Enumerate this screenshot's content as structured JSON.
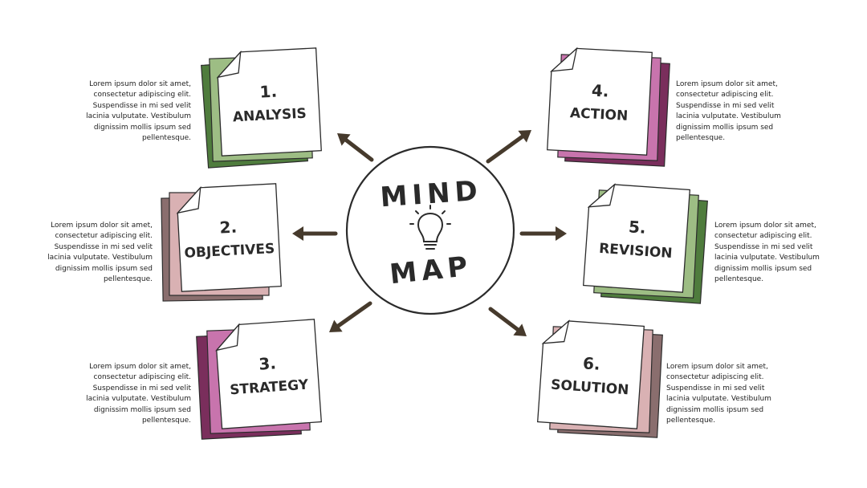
{
  "center": {
    "line1": "MIND",
    "line2": "MAP"
  },
  "nodes": [
    {
      "number": "1.",
      "title": "ANALYSIS",
      "text": "Lorem ipsum dolor sit amet, consectetur adipiscing elit. Suspendisse in mi sed velit lacinia vulputate. Vestibulum dignissim mollis ipsum sed pellentesque.",
      "colors": [
        "#4f7c3d",
        "#9dbd84"
      ]
    },
    {
      "number": "2.",
      "title": "OBJECTIVES",
      "text": "Lorem ipsum dolor sit amet, consectetur adipiscing elit. Suspendisse in mi sed velit lacinia vulputate. Vestibulum dignissim mollis ipsum sed pellentesque.",
      "colors": [
        "#8a6e6e",
        "#d9b1b3"
      ]
    },
    {
      "number": "3.",
      "title": "STRATEGY",
      "text": "Lorem ipsum dolor sit amet, consectetur adipiscing elit. Suspendisse in mi sed velit lacinia vulputate. Vestibulum dignissim mollis ipsum sed pellentesque.",
      "colors": [
        "#7a2e5c",
        "#c874ad"
      ]
    },
    {
      "number": "4.",
      "title": "ACTION",
      "text": "Lorem ipsum dolor sit amet, consectetur adipiscing elit. Suspendisse in mi sed velit lacinia vulputate. Vestibulum dignissim mollis ipsum sed pellentesque.",
      "colors": [
        "#7a2e5c",
        "#c874ad"
      ]
    },
    {
      "number": "5.",
      "title": "REVISION",
      "text": "Lorem ipsum dolor sit amet, consectetur adipiscing elit. Suspendisse in mi sed velit lacinia vulputate. Vestibulum dignissim mollis ipsum sed pellentesque.",
      "colors": [
        "#4f7c3d",
        "#9dbd84"
      ]
    },
    {
      "number": "6.",
      "title": "SOLUTION",
      "text": "Lorem ipsum dolor sit amet, consectetur adipiscing elit. Suspendisse in mi sed velit lacinia vulputate. Vestibulum dignissim mollis ipsum sed pellentesque.",
      "colors": [
        "#8a6e6e",
        "#d9b1b3"
      ]
    }
  ],
  "icons": {
    "center": "lightbulb-icon",
    "connectors": "arrow-icon"
  },
  "palette": {
    "ink": "#2b2b2b",
    "arrow": "#463a2c",
    "paper": "#ffffff"
  }
}
